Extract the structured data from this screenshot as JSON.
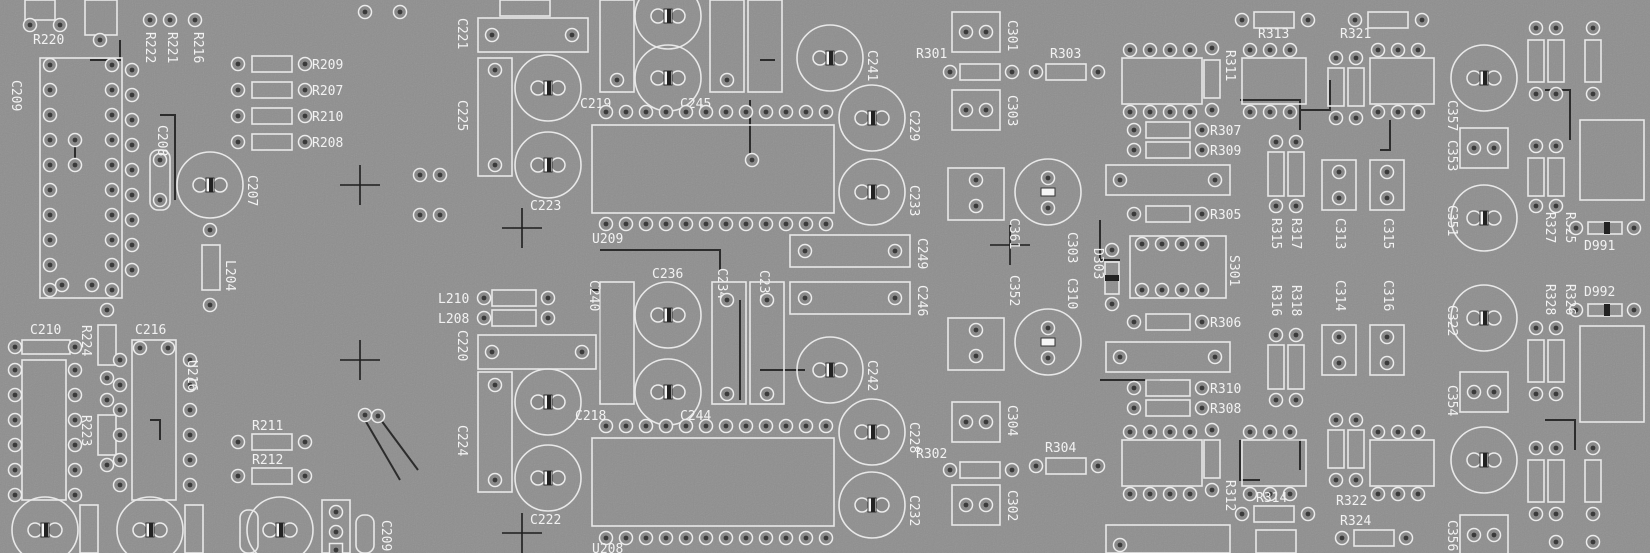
{
  "labels": {
    "R220": "R220",
    "C209": "C209",
    "R222": "R222",
    "R221": "R221",
    "R216": "R216",
    "R209": "R209",
    "R207": "R207",
    "R210": "R210",
    "R208": "R208",
    "C208": "C208",
    "C207": "C207",
    "L204": "L204",
    "C210": "C210",
    "C216": "C216",
    "R224": "R224",
    "R223": "R223",
    "U216": "U216",
    "R211": "R211",
    "R212": "R212",
    "C209b": "C209",
    "C221": "C221",
    "C225": "C225",
    "C219": "C219",
    "C245": "C245",
    "C241": "C241",
    "C223": "C223",
    "C229": "C229",
    "C233": "C233",
    "U209": "U209",
    "C236": "C236",
    "C234": "C234",
    "C238": "C238",
    "C249": "C249",
    "C246": "C246",
    "L210": "L210",
    "L208": "L208",
    "C240": "C240",
    "C220": "C220",
    "C224": "C224",
    "C218": "C218",
    "C244": "C244",
    "C242": "C242",
    "C228": "C228",
    "C222": "C222",
    "C232": "C232",
    "U208": "U208",
    "R301": "R301",
    "C301": "C301",
    "R303": "R303",
    "C303": "C303",
    "C361": "C361",
    "C303b": "C303",
    "C352": "C352",
    "C310": "C310",
    "C304": "C304",
    "R302": "R302",
    "R304": "R304",
    "C302": "C302",
    "R313": "R313",
    "R321": "R321",
    "R311": "R311",
    "R307": "R307",
    "R309": "R309",
    "R305": "R305",
    "R315": "R315",
    "R317": "R317",
    "C313": "C313",
    "C315": "C315",
    "D303": "D303",
    "S301": "S301",
    "R306": "R306",
    "R316": "R316",
    "R318": "R318",
    "C314": "C314",
    "C316": "C316",
    "R310": "R310",
    "R308": "R308",
    "R314": "R314",
    "R322": "R322",
    "R324": "R324",
    "R312": "R312",
    "C357": "C357",
    "C353": "C353",
    "C351": "C351",
    "C354": "C354",
    "C322": "C322",
    "C356": "C356",
    "R327": "R327",
    "R325": "R325",
    "D991": "D991",
    "D992": "D992",
    "R328": "R328",
    "R326": "R326"
  }
}
